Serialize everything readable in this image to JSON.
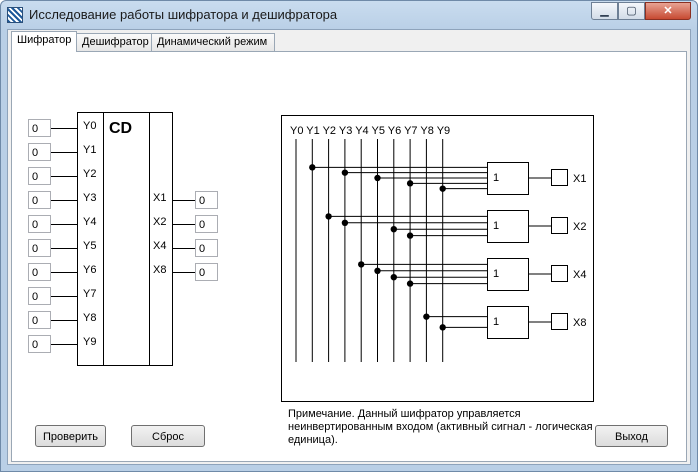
{
  "window": {
    "title": "Исследование работы шифратора и дешифратора",
    "minimize_glyph": "▁",
    "maximize_glyph": "▢",
    "close_glyph": "✕"
  },
  "tabs": [
    {
      "label": "Шифратор",
      "active": true
    },
    {
      "label": "Дешифратор",
      "active": false
    },
    {
      "label": "Динамический режим",
      "active": false
    }
  ],
  "encoder": {
    "title": "CD",
    "inputs": [
      {
        "label": "Y0",
        "value": "0"
      },
      {
        "label": "Y1",
        "value": "0"
      },
      {
        "label": "Y2",
        "value": "0"
      },
      {
        "label": "Y3",
        "value": "0"
      },
      {
        "label": "Y4",
        "value": "0"
      },
      {
        "label": "Y5",
        "value": "0"
      },
      {
        "label": "Y6",
        "value": "0"
      },
      {
        "label": "Y7",
        "value": "0"
      },
      {
        "label": "Y8",
        "value": "0"
      },
      {
        "label": "Y9",
        "value": "0"
      }
    ],
    "outputs": [
      {
        "label": "X1",
        "value": "0"
      },
      {
        "label": "X2",
        "value": "0"
      },
      {
        "label": "X4",
        "value": "0"
      },
      {
        "label": "X8",
        "value": "0"
      }
    ]
  },
  "schematic": {
    "input_labels": [
      "Y0",
      "Y1",
      "Y2",
      "Y3",
      "Y4",
      "Y5",
      "Y6",
      "Y7",
      "Y8",
      "Y9"
    ],
    "gate_symbol": "1",
    "output_labels": [
      "X1",
      "X2",
      "X4",
      "X8"
    ],
    "gate_inputs": [
      [
        1,
        3,
        5,
        7,
        9
      ],
      [
        2,
        3,
        6,
        7
      ],
      [
        4,
        5,
        6,
        7
      ],
      [
        8,
        9
      ]
    ]
  },
  "note": "Примечание. Данный шифратор управляется неинвертированным входом (активный сигнал - логическая единица).",
  "buttons": {
    "check": "Проверить",
    "reset": "Сброс",
    "exit": "Выход"
  }
}
